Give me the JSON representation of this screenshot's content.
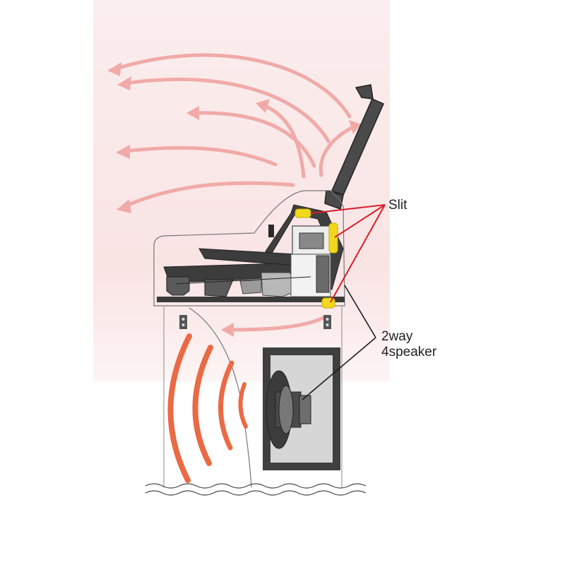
{
  "labels": {
    "slit": "Slit",
    "speaker_line1": "2way",
    "speaker_line2": "4speaker"
  },
  "colors": {
    "airflow_arrow": "#f0aaa8",
    "airflow_glow": "#f8e2e2",
    "sound_wave": "#ea6a45",
    "slit_highlight": "#f2d81c",
    "pointer_red": "#d81e2a",
    "piano_body": "#3a3a3a",
    "cabinet_fill": "#cfcfcf"
  }
}
